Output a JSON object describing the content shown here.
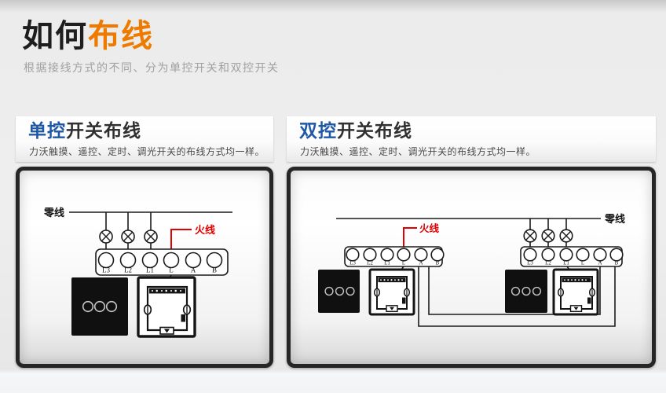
{
  "header": {
    "title_black": "如何",
    "title_orange": "布线",
    "subtitle": "根据接线方式的不同、分为单控开关和双控开关"
  },
  "colors": {
    "title_orange": "#ee7b00",
    "section_title_blue": "#1d57a5",
    "live_wire_red": "#e30000",
    "diagram_line": "#1b1b1b"
  },
  "sections": [
    {
      "title_accent": "单控",
      "title_rest": "开关布线",
      "subtitle": "力沃触摸、遥控、定时、调光开关的布线方式均一样。",
      "diagram": {
        "neutral_label": "零线",
        "live_label": "火线",
        "terminal_labels": [
          "L3",
          "L2",
          "L1",
          "L",
          "A",
          "B"
        ]
      }
    },
    {
      "title_accent": "双控",
      "title_rest": "开关布线",
      "subtitle": "力沃触摸、遥控、定时、调光开关的布线方式均一样。",
      "diagram": {
        "neutral_label": "零线",
        "live_label": "火线",
        "terminal_labels_left": [
          "L3",
          "L2",
          "L1",
          "L",
          "A",
          "B"
        ],
        "terminal_labels_right": [
          "L3",
          "L2",
          "L1",
          "L",
          "A",
          "B"
        ]
      }
    }
  ]
}
